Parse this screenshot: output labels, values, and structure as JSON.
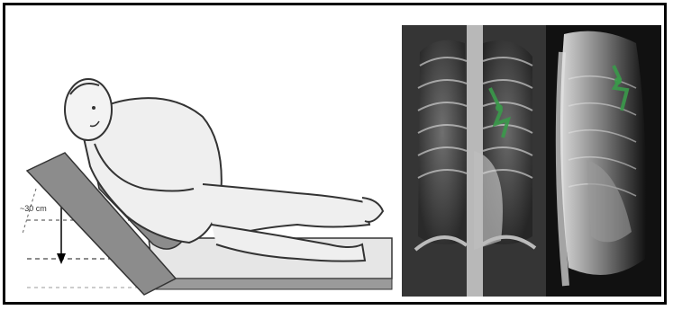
{
  "figure": {
    "measurement_label": "~30 cm",
    "colors": {
      "frame": "#000000",
      "support_gray": "#8c8c8c",
      "skin": "#e9e9e9",
      "xray_dark": "#1c1c1c",
      "xray_mid": "#7a7a7a",
      "xray_light": "#d7d7d7",
      "annotation_green": "#3a9a4a"
    },
    "icons": [
      "patient-positioning-illustration",
      "frontal-chest-xray",
      "lateral-chest-xray",
      "up-arrow",
      "down-arrow"
    ]
  }
}
